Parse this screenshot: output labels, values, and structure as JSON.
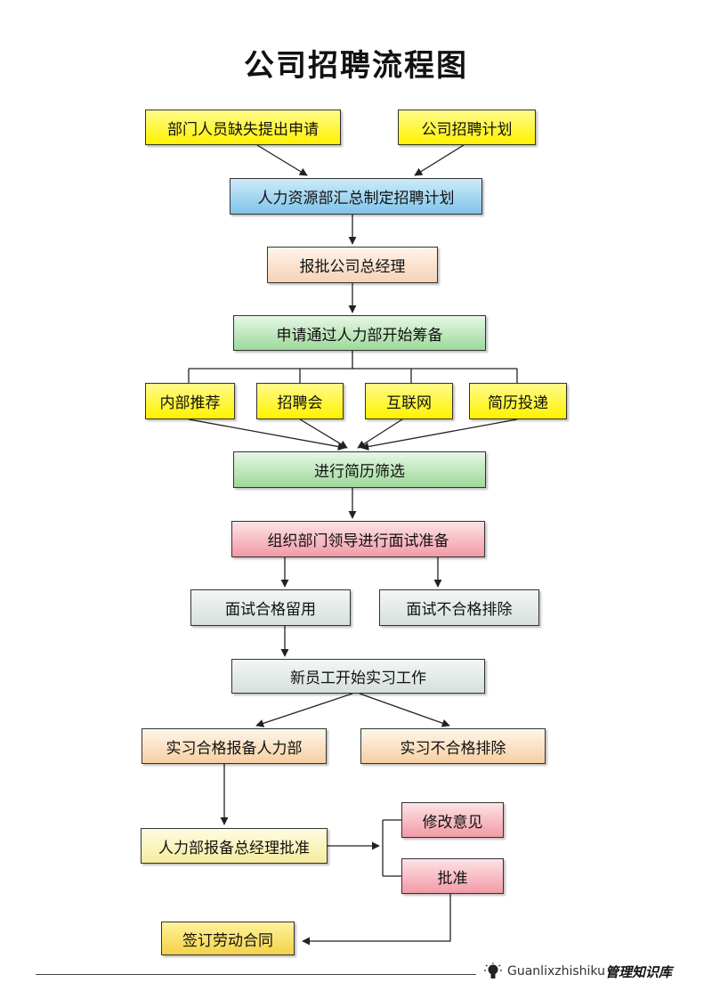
{
  "title": "公司招聘流程图",
  "nodes": {
    "dept_request": "部门人员缺失提出申请",
    "company_plan": "公司招聘计划",
    "hr_summary": "人力资源部汇总制定招聘计划",
    "report_gm": "报批公司总经理",
    "approved_prepare": "申请通过人力部开始筹备",
    "internal": "内部推荐",
    "job_fair": "招聘会",
    "internet": "互联网",
    "resume_delivery": "简历投递",
    "screening": "进行简历筛选",
    "interview_prep": "组织部门领导进行面试准备",
    "interview_pass": "面试合格留用",
    "interview_fail": "面试不合格排除",
    "internship_start": "新员工开始实习工作",
    "intern_pass": "实习合格报备人力部",
    "intern_fail": "实习不合格排除",
    "hr_report_gm": "人力部报备总经理批准",
    "revise": "修改意见",
    "approve": "批准",
    "contract": "签订劳动合同"
  },
  "footer": {
    "site": "Guanlixzhishiku",
    "brand": "管理知识库"
  }
}
